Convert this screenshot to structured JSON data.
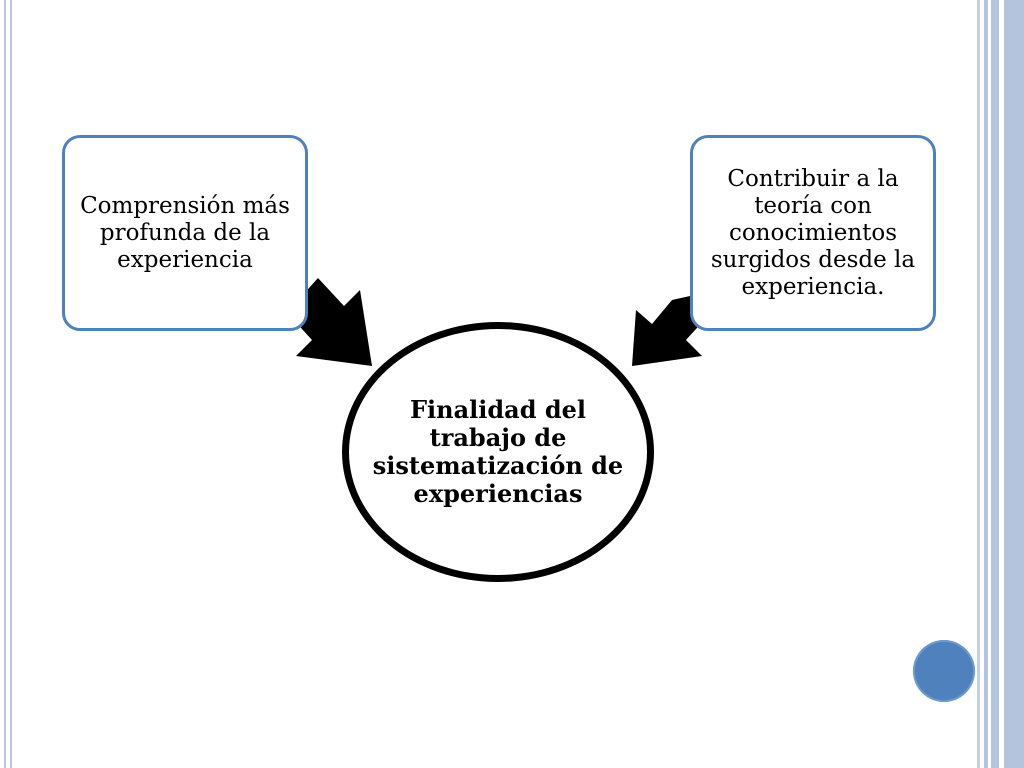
{
  "diagram": {
    "left_box": {
      "text": "Comprensión más profunda de la experiencia"
    },
    "right_box": {
      "text": "Contribuir a la teoría con conocimientos surgidos desde la experiencia."
    },
    "center": {
      "text": "Finalidad del trabajo de sistematización de experiencias"
    },
    "colors": {
      "box_border": "#4f81bd",
      "arrow": "#000000",
      "ellipse_border": "#000000",
      "accent": "#4f81bd"
    }
  },
  "decorations": {
    "nav_dot_icon": "circle-icon"
  }
}
